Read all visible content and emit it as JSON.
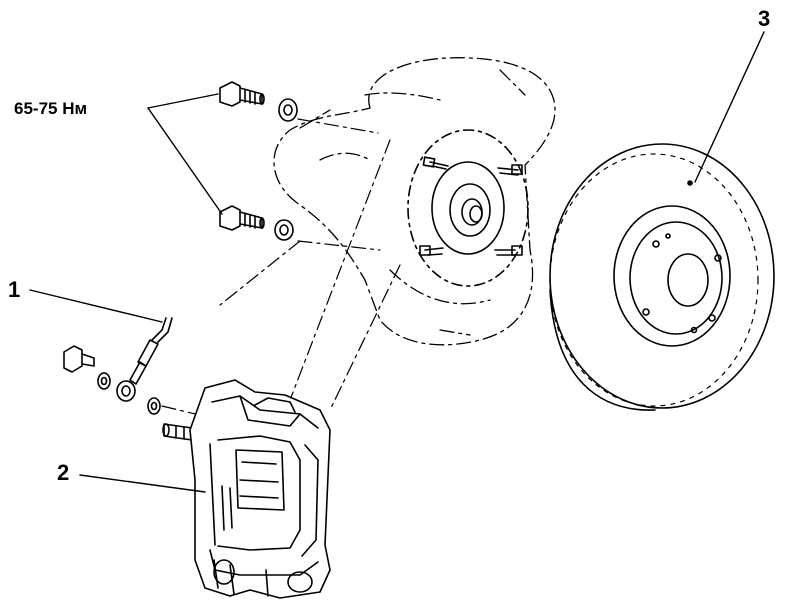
{
  "callouts": {
    "torque": "65-75 Нм",
    "brake_hose": "1",
    "caliper": "2",
    "brake_disc": "3"
  }
}
